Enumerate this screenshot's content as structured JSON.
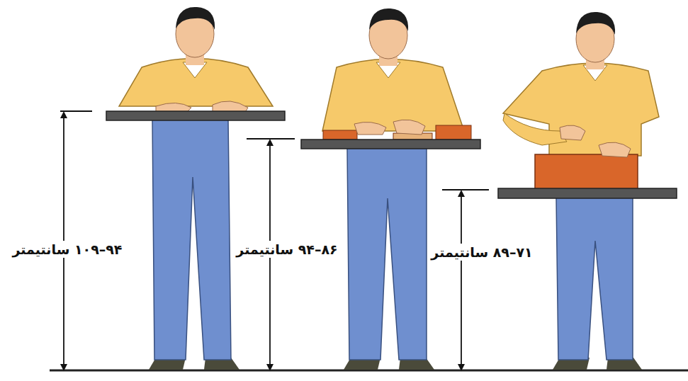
{
  "diagram": {
    "labels": [
      "۹۴–۱۰۹ سانتیمتر",
      "۸۶–۹۴ سانتیمتر",
      "۷۱–۸۹ سانتیمتر"
    ]
  }
}
